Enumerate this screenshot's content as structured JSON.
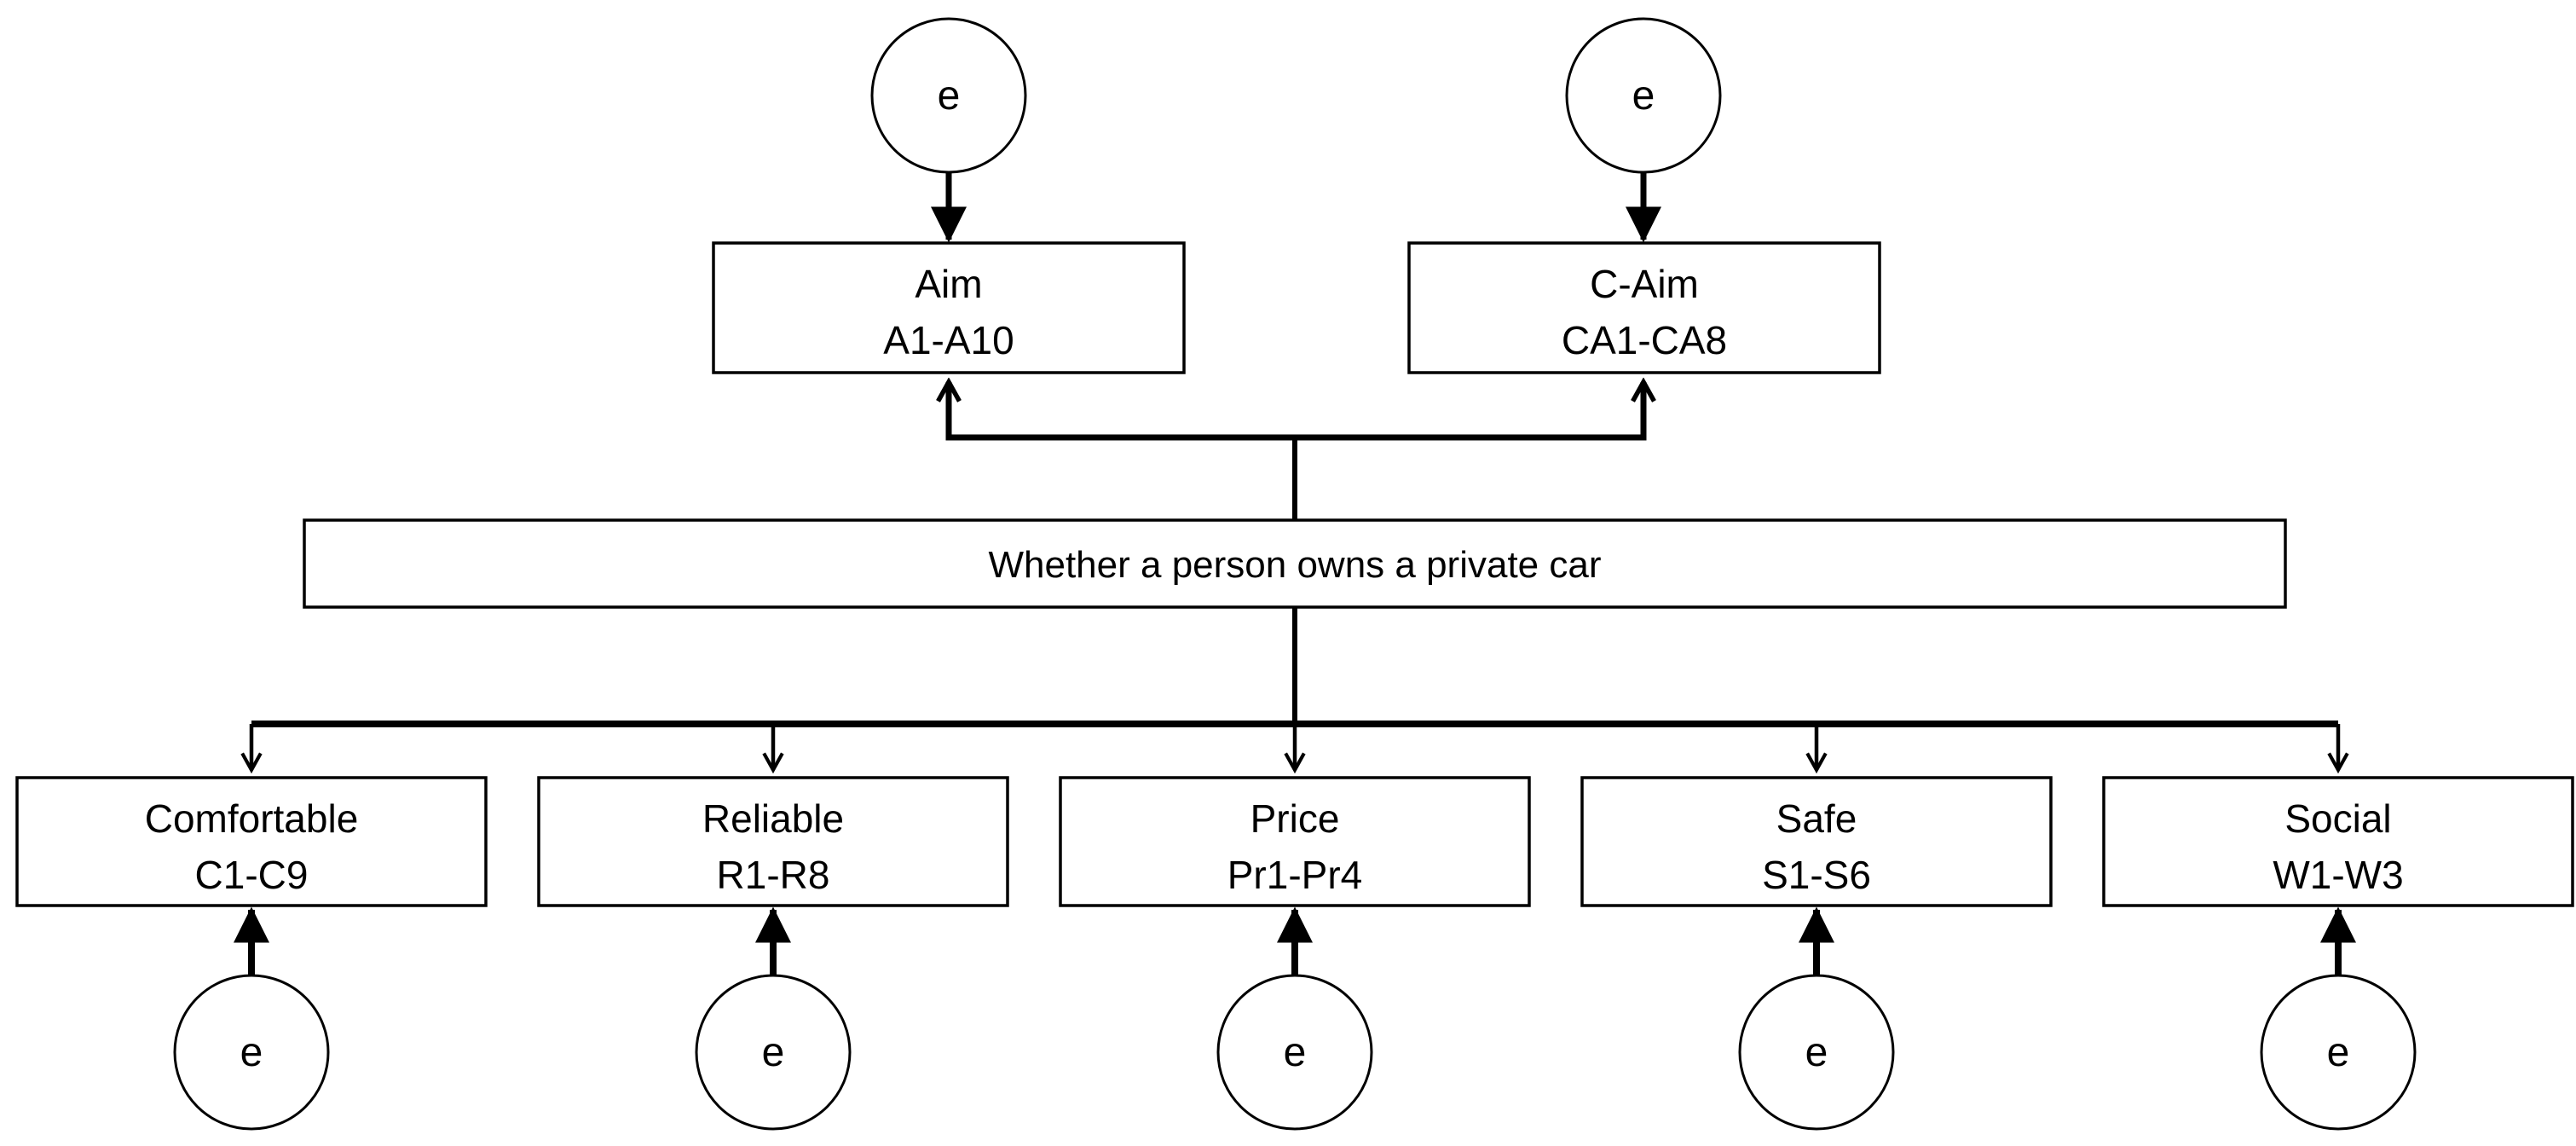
{
  "diagram": {
    "type": "structural-equation-model-path-diagram",
    "central_node": {
      "label": "Whether a person owns a private car"
    },
    "upper_nodes": [
      {
        "label": "Aim",
        "indicators": "A1-A10",
        "error_label": "e"
      },
      {
        "label": "C-Aim",
        "indicators": "CA1-CA8",
        "error_label": "e"
      }
    ],
    "lower_nodes": [
      {
        "label": "Comfortable",
        "indicators": "C1-C9",
        "error_label": "e"
      },
      {
        "label": "Reliable",
        "indicators": "R1-R8",
        "error_label": "e"
      },
      {
        "label": "Price",
        "indicators": "Pr1-Pr4",
        "error_label": "e"
      },
      {
        "label": "Safe",
        "indicators": "S1-S6",
        "error_label": "e"
      },
      {
        "label": "Social",
        "indicators": "W1-W3",
        "error_label": "e"
      }
    ],
    "colors": {
      "line": "#000000",
      "text": "#000000",
      "background": "#ffffff"
    }
  }
}
